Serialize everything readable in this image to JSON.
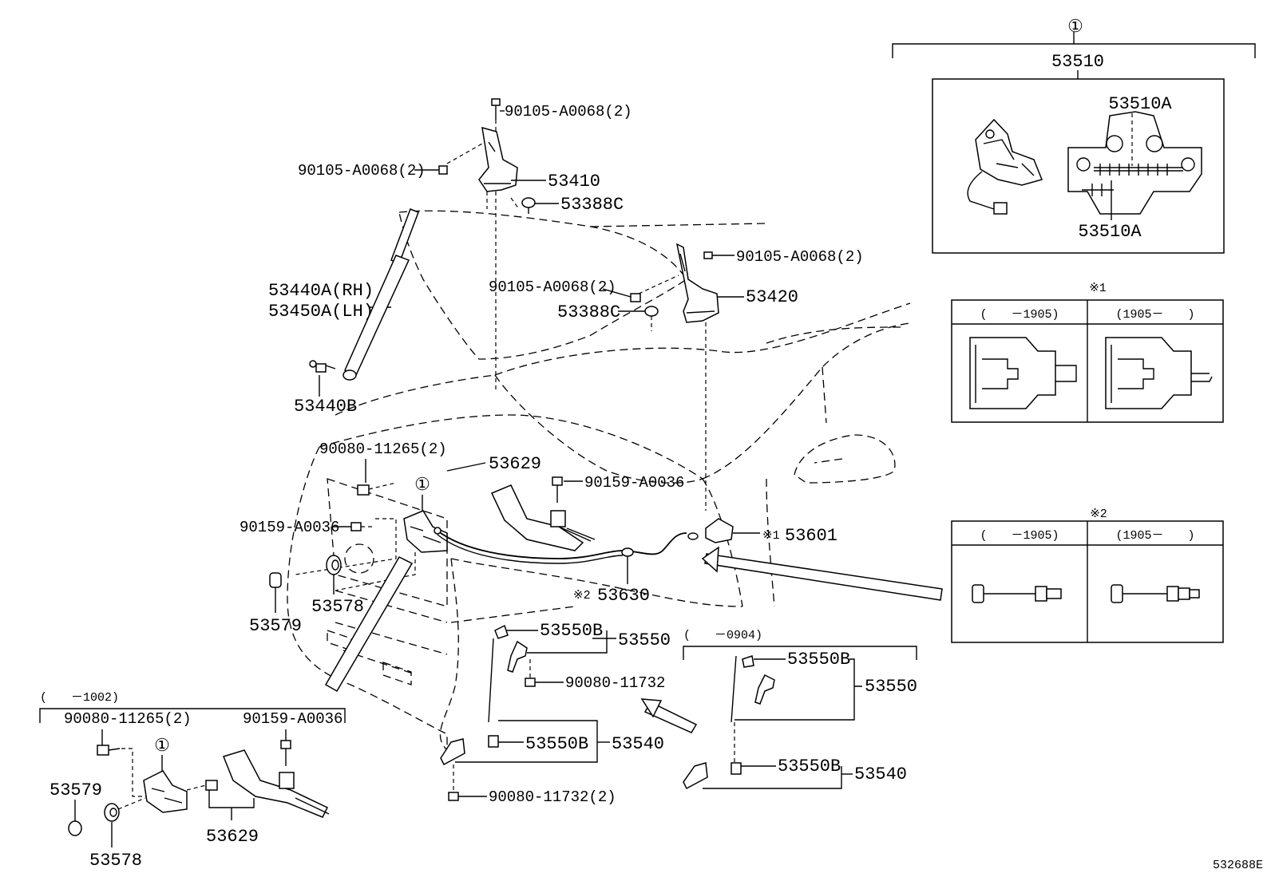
{
  "diagram": {
    "ref_code": "532688E",
    "callouts": {
      "c1_symbol": "①",
      "s1_symbol": "※1",
      "s2_symbol": "※2"
    },
    "assembly_53510": {
      "number": "53510",
      "sub_a_top": "53510A",
      "sub_a_bottom": "53510A"
    },
    "table_s1": {
      "col1": "(　　－1905)",
      "col2": "(1905－　　)"
    },
    "table_s2": {
      "col1": "(　　－1905)",
      "col2": "(1905－　　)"
    },
    "hinge_upper": {
      "bolt_top": "90105-A0068(2)",
      "bolt_left": "90105-A0068(2)",
      "hinge": "53410",
      "cushion": "53388C"
    },
    "hinge_right": {
      "bolt_top": "90105-A0068(2)",
      "bolt_left": "90105-A0068(2)",
      "hinge": "53420",
      "cushion": "53388C"
    },
    "support": {
      "rh": "53440A(RH)",
      "lh": "53450A(LH)",
      "stud": "53440B"
    },
    "lock_area": {
      "bolt_a": "90080-11265(2)",
      "bracket": "53629",
      "screw_right": "90159-A0036",
      "screw_left": "90159-A0036",
      "cushion_579": "53579",
      "cushion_578": "53578"
    },
    "cable": {
      "lever": "53601",
      "lever_prefix": "※1",
      "cable": "53630",
      "cable_prefix": "※2"
    },
    "hook_mid": {
      "sub_b_top": "53550B",
      "assy": "53550",
      "bolt": "90080-11732",
      "sub_b_bottom": "53550B",
      "hook": "53540",
      "bolt_bottom": "90080-11732(2)"
    },
    "inset_0904": {
      "range": "(　　－0904)",
      "sub_b_top": "53550B",
      "assy": "53550",
      "sub_b_bottom": "53550B",
      "hook": "53540"
    },
    "inset_1002": {
      "range": "(　　－1002)",
      "bolt_a": "90080-11265(2)",
      "screw": "90159-A0036",
      "cushion_579": "53579",
      "cushion_578": "53578",
      "bracket": "53629"
    }
  }
}
